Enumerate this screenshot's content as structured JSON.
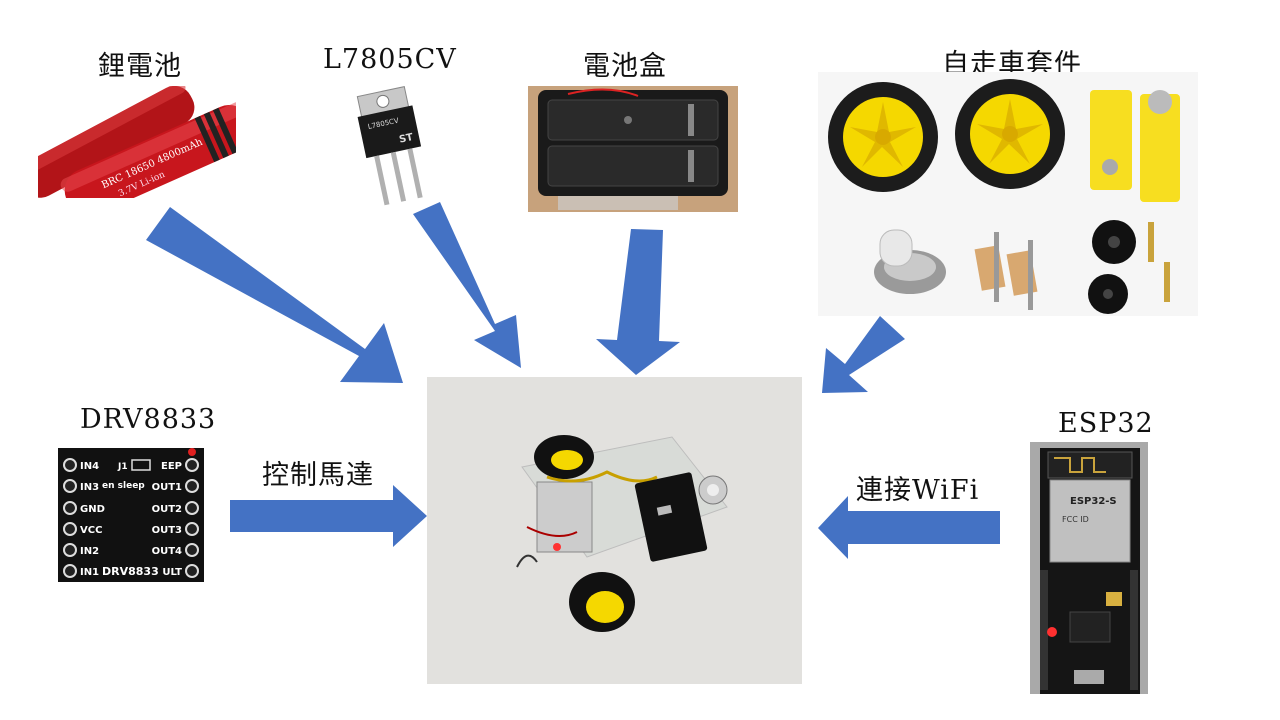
{
  "components": {
    "battery": "鋰電池",
    "regulator": "L7805CV",
    "battery_box": "電池盒",
    "car_kit": "自走車套件",
    "driver": "DRV8833",
    "mcu": "ESP32"
  },
  "connections": {
    "driver_action": "控制馬達",
    "mcu_action": "連接WiFi"
  },
  "printed_text": {
    "battery_brand": "BRC 18650 4800mAh",
    "battery_voltage": "3.7V Li-ion",
    "regulator_marking": "L7805CV",
    "driver_pins_left": [
      "IN4",
      "IN3",
      "GND",
      "VCC",
      "IN2",
      "IN1"
    ],
    "driver_pins_right": [
      "EEP",
      "OUT1",
      "OUT2",
      "OUT3",
      "OUT4",
      "ULT"
    ],
    "driver_board_name": "DRV8833",
    "driver_jumper": "J1",
    "driver_mode": "en sleep",
    "mcu_module": "ESP32-S"
  },
  "colors": {
    "arrow": "#4472C4",
    "battery_red": "#C8161D",
    "wheel_yellow": "#F5D800",
    "board_black": "#111111"
  }
}
